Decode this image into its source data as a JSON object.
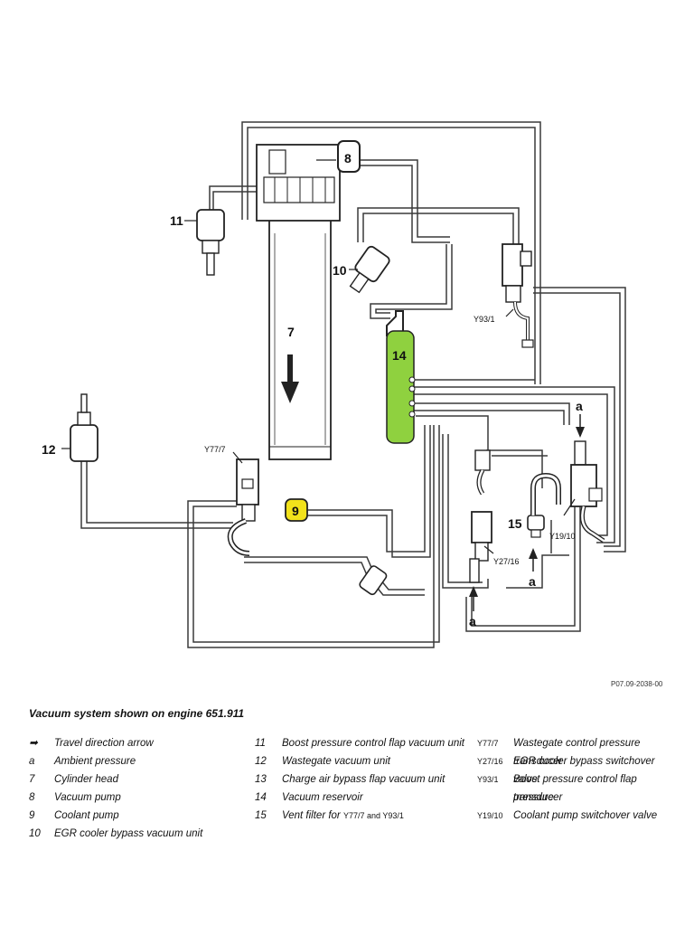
{
  "diagram": {
    "labels": {
      "n7": "7",
      "n8": "8",
      "n9": "9",
      "n10": "10",
      "n11": "11",
      "n12": "12",
      "n14": "14",
      "n15": "15",
      "y77_7": "Y77/7",
      "y93_1": "Y93/1",
      "y27_16": "Y27/16",
      "y19_10": "Y19/10",
      "a1": "a",
      "a2": "a",
      "a3": "a"
    },
    "colors": {
      "reservoir": "#8fd13f",
      "coolant_pump": "#f2e21b",
      "line": "#3a3a3a"
    },
    "figure_ref": "P07.09-2038-00"
  },
  "caption": "Vacuum system shown on engine 651.911",
  "legend": {
    "col1": [
      {
        "key": "➡",
        "text": "Travel direction arrow"
      },
      {
        "key": "a",
        "text": "Ambient pressure"
      },
      {
        "key": "7",
        "text": "Cylinder head"
      },
      {
        "key": "8",
        "text": "Vacuum pump"
      },
      {
        "key": "9",
        "text": "Coolant pump"
      },
      {
        "key": "10",
        "text": "EGR cooler bypass vacuum unit"
      }
    ],
    "col2": [
      {
        "key": "11",
        "text": "Boost pressure control flap vacuum unit"
      },
      {
        "key": "12",
        "text": "Wastegate vacuum unit"
      },
      {
        "key": "13",
        "text": "Charge air bypass flap vacuum unit"
      },
      {
        "key": "14",
        "text": "Vacuum reservoir"
      },
      {
        "key": "15",
        "text": "Vent filter for",
        "suffix": "Y77/7 and Y93/1"
      }
    ],
    "col3": [
      {
        "key": "Y77/7",
        "text": "Wastegate control pressure transducer"
      },
      {
        "key": "Y27/16",
        "text": "EGR cooler bypass switchover valve"
      },
      {
        "key": "Y93/1",
        "text": "Boost pressure control flap pressure",
        "text2": "transducer"
      },
      {
        "key": "Y19/10",
        "text": "Coolant pump switchover valve"
      }
    ]
  }
}
